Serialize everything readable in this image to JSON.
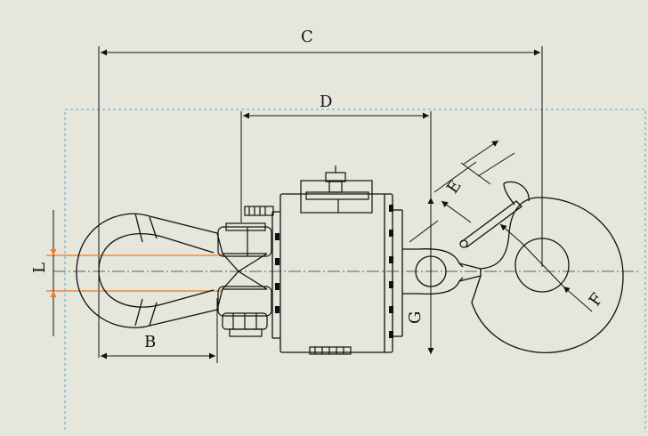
{
  "drawing": {
    "background": "#e5e6dc",
    "line_color": "#111111",
    "accent_color": "#f07a1c",
    "selection_color": "#5aa6d8"
  },
  "dimensions": {
    "C": "C",
    "D": "D",
    "E": "E",
    "F": "F",
    "G": "G",
    "B": "B",
    "L": "L"
  }
}
